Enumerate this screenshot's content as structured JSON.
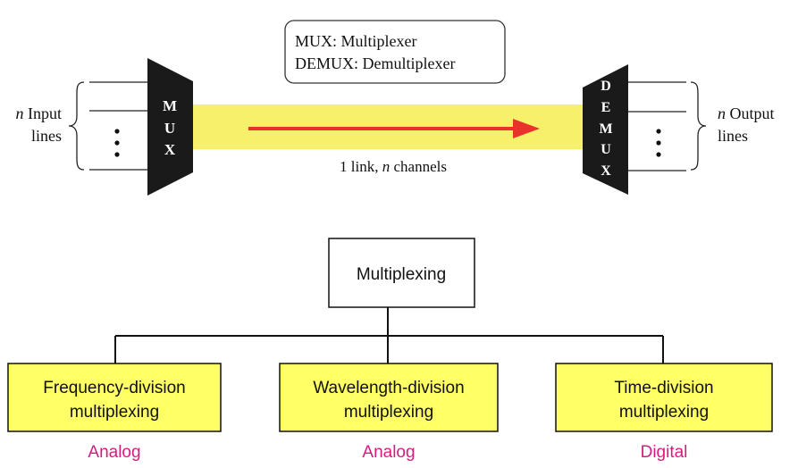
{
  "legend": {
    "line1": "MUX: Multiplexer",
    "line2": "DEMUX: Demultiplexer"
  },
  "mux": {
    "letters": [
      "M",
      "U",
      "X"
    ]
  },
  "demux": {
    "letters": [
      "D",
      "E",
      "M",
      "U",
      "X"
    ]
  },
  "input_label": {
    "n": "n",
    "line1": " Input",
    "line2": "lines"
  },
  "output_label": {
    "n": "n",
    "line1": " Output",
    "line2": "lines"
  },
  "link_label": {
    "prefix": "1 link, ",
    "n": "n",
    "suffix": " channels"
  },
  "tree": {
    "root": "Multiplexing",
    "children": [
      {
        "line1": "Frequency-division",
        "line2": "multiplexing",
        "type": "Analog"
      },
      {
        "line1": "Wavelength-division",
        "line2": "multiplexing",
        "type": "Analog"
      },
      {
        "line1": "Time-division",
        "line2": "multiplexing",
        "type": "Digital"
      }
    ]
  },
  "colors": {
    "link": "#f7f06a",
    "box": "#ffff66",
    "arrow": "#e8322b",
    "type_label": "#d81b7f",
    "device": "#1a1a1a"
  }
}
